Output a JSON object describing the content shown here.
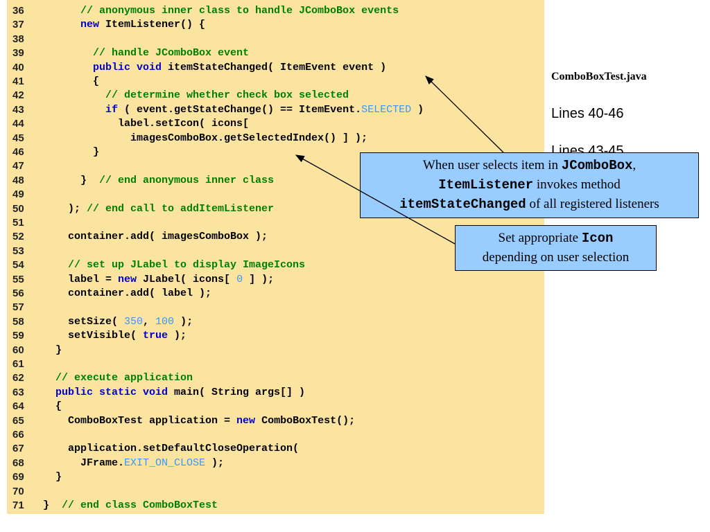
{
  "code_lines": [
    {
      "num": "36",
      "indent": 6,
      "tokens": [
        {
          "t": "// anonymous inner class to handle JComboBox events",
          "c": "c"
        }
      ]
    },
    {
      "num": "37",
      "indent": 6,
      "tokens": [
        {
          "t": "new",
          "c": "k"
        },
        {
          "t": " ItemListener() {",
          "c": "n"
        }
      ]
    },
    {
      "num": "38",
      "indent": 0,
      "tokens": []
    },
    {
      "num": "39",
      "indent": 8,
      "tokens": [
        {
          "t": "// handle JComboBox event",
          "c": "c"
        }
      ]
    },
    {
      "num": "40",
      "indent": 8,
      "tokens": [
        {
          "t": "public void",
          "c": "k"
        },
        {
          "t": " itemStateChanged( ItemEvent event )",
          "c": "n"
        }
      ]
    },
    {
      "num": "41",
      "indent": 8,
      "tokens": [
        {
          "t": "{",
          "c": "n"
        }
      ]
    },
    {
      "num": "42",
      "indent": 10,
      "tokens": [
        {
          "t": "// determine whether check box selected",
          "c": "c"
        }
      ]
    },
    {
      "num": "43",
      "indent": 10,
      "tokens": [
        {
          "t": "if",
          "c": "k"
        },
        {
          "t": " ( event.getStateChange() == ItemEvent.",
          "c": "n"
        },
        {
          "t": "SELECTED",
          "c": "l"
        },
        {
          "t": " )",
          "c": "n"
        }
      ]
    },
    {
      "num": "44",
      "indent": 12,
      "tokens": [
        {
          "t": "label.setIcon( icons[",
          "c": "n"
        }
      ]
    },
    {
      "num": "45",
      "indent": 14,
      "tokens": [
        {
          "t": "imagesComboBox.getSelectedIndex() ] );",
          "c": "n"
        }
      ]
    },
    {
      "num": "46",
      "indent": 8,
      "tokens": [
        {
          "t": "}",
          "c": "n"
        }
      ]
    },
    {
      "num": "47",
      "indent": 0,
      "tokens": []
    },
    {
      "num": "48",
      "indent": 6,
      "tokens": [
        {
          "t": "}  ",
          "c": "n"
        },
        {
          "t": "// end anonymous inner class",
          "c": "c"
        }
      ]
    },
    {
      "num": "49",
      "indent": 0,
      "tokens": []
    },
    {
      "num": "50",
      "indent": 4,
      "tokens": [
        {
          "t": "); ",
          "c": "n"
        },
        {
          "t": "// end call to addItemListener",
          "c": "c"
        }
      ]
    },
    {
      "num": "51",
      "indent": 0,
      "tokens": []
    },
    {
      "num": "52",
      "indent": 4,
      "tokens": [
        {
          "t": "container.add( imagesComboBox );",
          "c": "n"
        }
      ]
    },
    {
      "num": "53",
      "indent": 0,
      "tokens": []
    },
    {
      "num": "54",
      "indent": 4,
      "tokens": [
        {
          "t": "// set up JLabel to display ImageIcons",
          "c": "c"
        }
      ]
    },
    {
      "num": "55",
      "indent": 4,
      "tokens": [
        {
          "t": "label = ",
          "c": "n"
        },
        {
          "t": "new",
          "c": "k"
        },
        {
          "t": " JLabel( icons[ ",
          "c": "n"
        },
        {
          "t": "0",
          "c": "l"
        },
        {
          "t": " ] );",
          "c": "n"
        }
      ]
    },
    {
      "num": "56",
      "indent": 4,
      "tokens": [
        {
          "t": "container.add( label );",
          "c": "n"
        }
      ]
    },
    {
      "num": "57",
      "indent": 0,
      "tokens": []
    },
    {
      "num": "58",
      "indent": 4,
      "tokens": [
        {
          "t": "setSize( ",
          "c": "n"
        },
        {
          "t": "350",
          "c": "l"
        },
        {
          "t": ", ",
          "c": "n"
        },
        {
          "t": "100",
          "c": "l"
        },
        {
          "t": " );",
          "c": "n"
        }
      ]
    },
    {
      "num": "59",
      "indent": 4,
      "tokens": [
        {
          "t": "setVisible( ",
          "c": "n"
        },
        {
          "t": "true",
          "c": "k"
        },
        {
          "t": " );",
          "c": "n"
        }
      ]
    },
    {
      "num": "60",
      "indent": 2,
      "tokens": [
        {
          "t": "}",
          "c": "n"
        }
      ]
    },
    {
      "num": "61",
      "indent": 0,
      "tokens": []
    },
    {
      "num": "62",
      "indent": 2,
      "tokens": [
        {
          "t": "// execute application",
          "c": "c"
        }
      ]
    },
    {
      "num": "63",
      "indent": 2,
      "tokens": [
        {
          "t": "public static void",
          "c": "k"
        },
        {
          "t": " main( String args[] )",
          "c": "n"
        }
      ]
    },
    {
      "num": "64",
      "indent": 2,
      "tokens": [
        {
          "t": "{",
          "c": "n"
        }
      ]
    },
    {
      "num": "65",
      "indent": 4,
      "tokens": [
        {
          "t": "ComboBoxTest application = ",
          "c": "n"
        },
        {
          "t": "new",
          "c": "k"
        },
        {
          "t": " ComboBoxTest();",
          "c": "n"
        }
      ]
    },
    {
      "num": "66",
      "indent": 0,
      "tokens": []
    },
    {
      "num": "67",
      "indent": 4,
      "tokens": [
        {
          "t": "application.setDefaultCloseOperation(",
          "c": "n"
        }
      ]
    },
    {
      "num": "68",
      "indent": 6,
      "tokens": [
        {
          "t": "JFrame.",
          "c": "n"
        },
        {
          "t": "EXIT_ON_CLOSE",
          "c": "l"
        },
        {
          "t": " );",
          "c": "n"
        }
      ]
    },
    {
      "num": "69",
      "indent": 2,
      "tokens": [
        {
          "t": "}",
          "c": "n"
        }
      ]
    },
    {
      "num": "70",
      "indent": 0,
      "tokens": []
    },
    {
      "num": "71",
      "indent": 0,
      "tokens": [
        {
          "t": "}  ",
          "c": "n"
        },
        {
          "t": "// end class ComboBoxTest",
          "c": "c"
        }
      ]
    }
  ],
  "sidebar": {
    "file_title": "ComboBoxTest.java",
    "note1": "Lines 40-46",
    "note2": "Lines 43-45"
  },
  "callout1": {
    "seg1": "When user selects item in ",
    "mono1": "JComboBox",
    "seg2": ",",
    "mono2": "ItemListener",
    "seg3": " invokes method",
    "mono3": "itemStateChanged",
    "seg4": " of all registered listeners"
  },
  "callout2": {
    "seg1": "Set appropriate ",
    "mono1": "Icon",
    "seg2": "depending on user selection"
  },
  "colors": {
    "panel_bg": "#fbe3a0",
    "keyword": "#0000cc",
    "comment": "#008000",
    "literal": "#3399ff",
    "callout_bg": "#99ccff"
  }
}
